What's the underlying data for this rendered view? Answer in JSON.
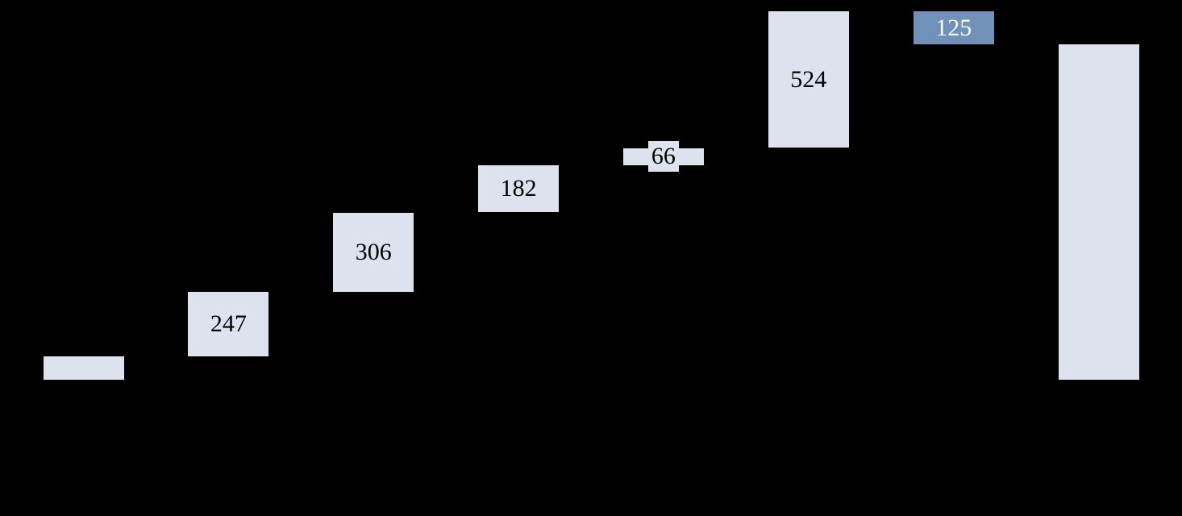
{
  "chart_data": {
    "type": "bar",
    "subtype": "waterfall",
    "title": "",
    "xlabel": "",
    "ylabel": "",
    "categories": [
      "",
      "",
      "",
      "",
      "",
      "",
      "",
      ""
    ],
    "axis": {
      "y_min": 0,
      "y_max": 1460,
      "gridlines": false,
      "axes_visible": false,
      "tick_labels_visible": false
    },
    "legend": {
      "visible": false
    },
    "colors": {
      "background": "#000000",
      "light": "#dde3ee",
      "dark": "#7191b8",
      "label_on_light": "#000000",
      "label_on_dark": "#ffffff"
    },
    "bars": [
      {
        "name": "bar-initial",
        "label": "",
        "value": 90,
        "start": 0,
        "end": 90,
        "role": "base",
        "color_key": "light",
        "text_color_key": "label_on_light",
        "label_visible": false,
        "label_chip": false,
        "estimated": true
      },
      {
        "name": "bar-step-247",
        "label": "247",
        "value": 247,
        "start": 90,
        "end": 337,
        "role": "increase",
        "color_key": "light",
        "text_color_key": "label_on_light",
        "label_visible": true,
        "label_chip": false,
        "estimated": false
      },
      {
        "name": "bar-step-306",
        "label": "306",
        "value": 306,
        "start": 337,
        "end": 643,
        "role": "increase",
        "color_key": "light",
        "text_color_key": "label_on_light",
        "label_visible": true,
        "label_chip": false,
        "estimated": false
      },
      {
        "name": "bar-step-182",
        "label": "182",
        "value": 182,
        "start": 643,
        "end": 825,
        "role": "increase",
        "color_key": "light",
        "text_color_key": "label_on_light",
        "label_visible": true,
        "label_chip": false,
        "estimated": false
      },
      {
        "name": "bar-step-66",
        "label": "66",
        "value": 66,
        "start": 825,
        "end": 891,
        "role": "increase",
        "color_key": "light",
        "text_color_key": "label_on_light",
        "label_visible": true,
        "label_chip": true,
        "estimated": false
      },
      {
        "name": "bar-step-524",
        "label": "524",
        "value": 524,
        "start": 891,
        "end": 1415,
        "role": "increase",
        "color_key": "light",
        "text_color_key": "label_on_light",
        "label_visible": true,
        "label_chip": false,
        "estimated": false
      },
      {
        "name": "bar-step-125",
        "label": "125",
        "value": -125,
        "start": 1415,
        "end": 1290,
        "role": "decrease",
        "color_key": "dark",
        "text_color_key": "label_on_dark",
        "label_visible": true,
        "label_chip": false,
        "estimated": false
      },
      {
        "name": "bar-total",
        "label": "",
        "value": 1290,
        "start": 0,
        "end": 1290,
        "role": "total",
        "color_key": "light",
        "text_color_key": "label_on_light",
        "label_visible": false,
        "label_chip": false,
        "estimated": true
      }
    ]
  }
}
